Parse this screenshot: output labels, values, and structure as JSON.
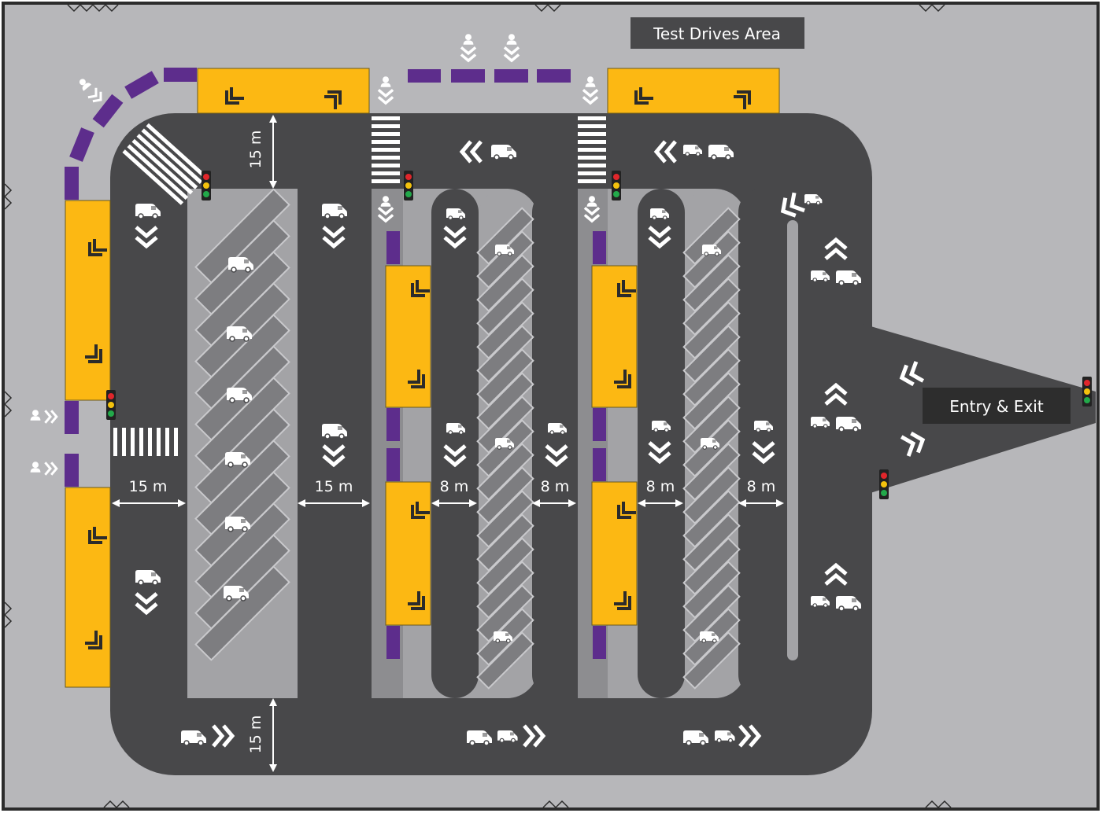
{
  "labels": {
    "test_drives": "Test Drives Area",
    "entry_exit": "Entry & Exit"
  },
  "dimensions": {
    "top_lane": "15 m",
    "bottom_lane": "15 m",
    "left_lane": "15 m",
    "middle_lane": "15 m",
    "lane_a": "8 m",
    "lane_b": "8 m",
    "lane_c": "8 m",
    "lane_d": "8 m"
  },
  "colors": {
    "background": "#b7b7ba",
    "road": "#48484a",
    "island": "#a3a3a6",
    "parking_bay": "#7d7d80",
    "booth": "#fcb813",
    "barrier": "#5d2d8c",
    "label_box": "#48484a",
    "entry_box": "#2d2d2d"
  },
  "icons": {
    "vehicle": "van-icon",
    "pedestrian": "pedestrian-icon",
    "direction": "chevron-icon",
    "signal": "traffic-light-icon",
    "crossing": "zebra-crossing"
  }
}
